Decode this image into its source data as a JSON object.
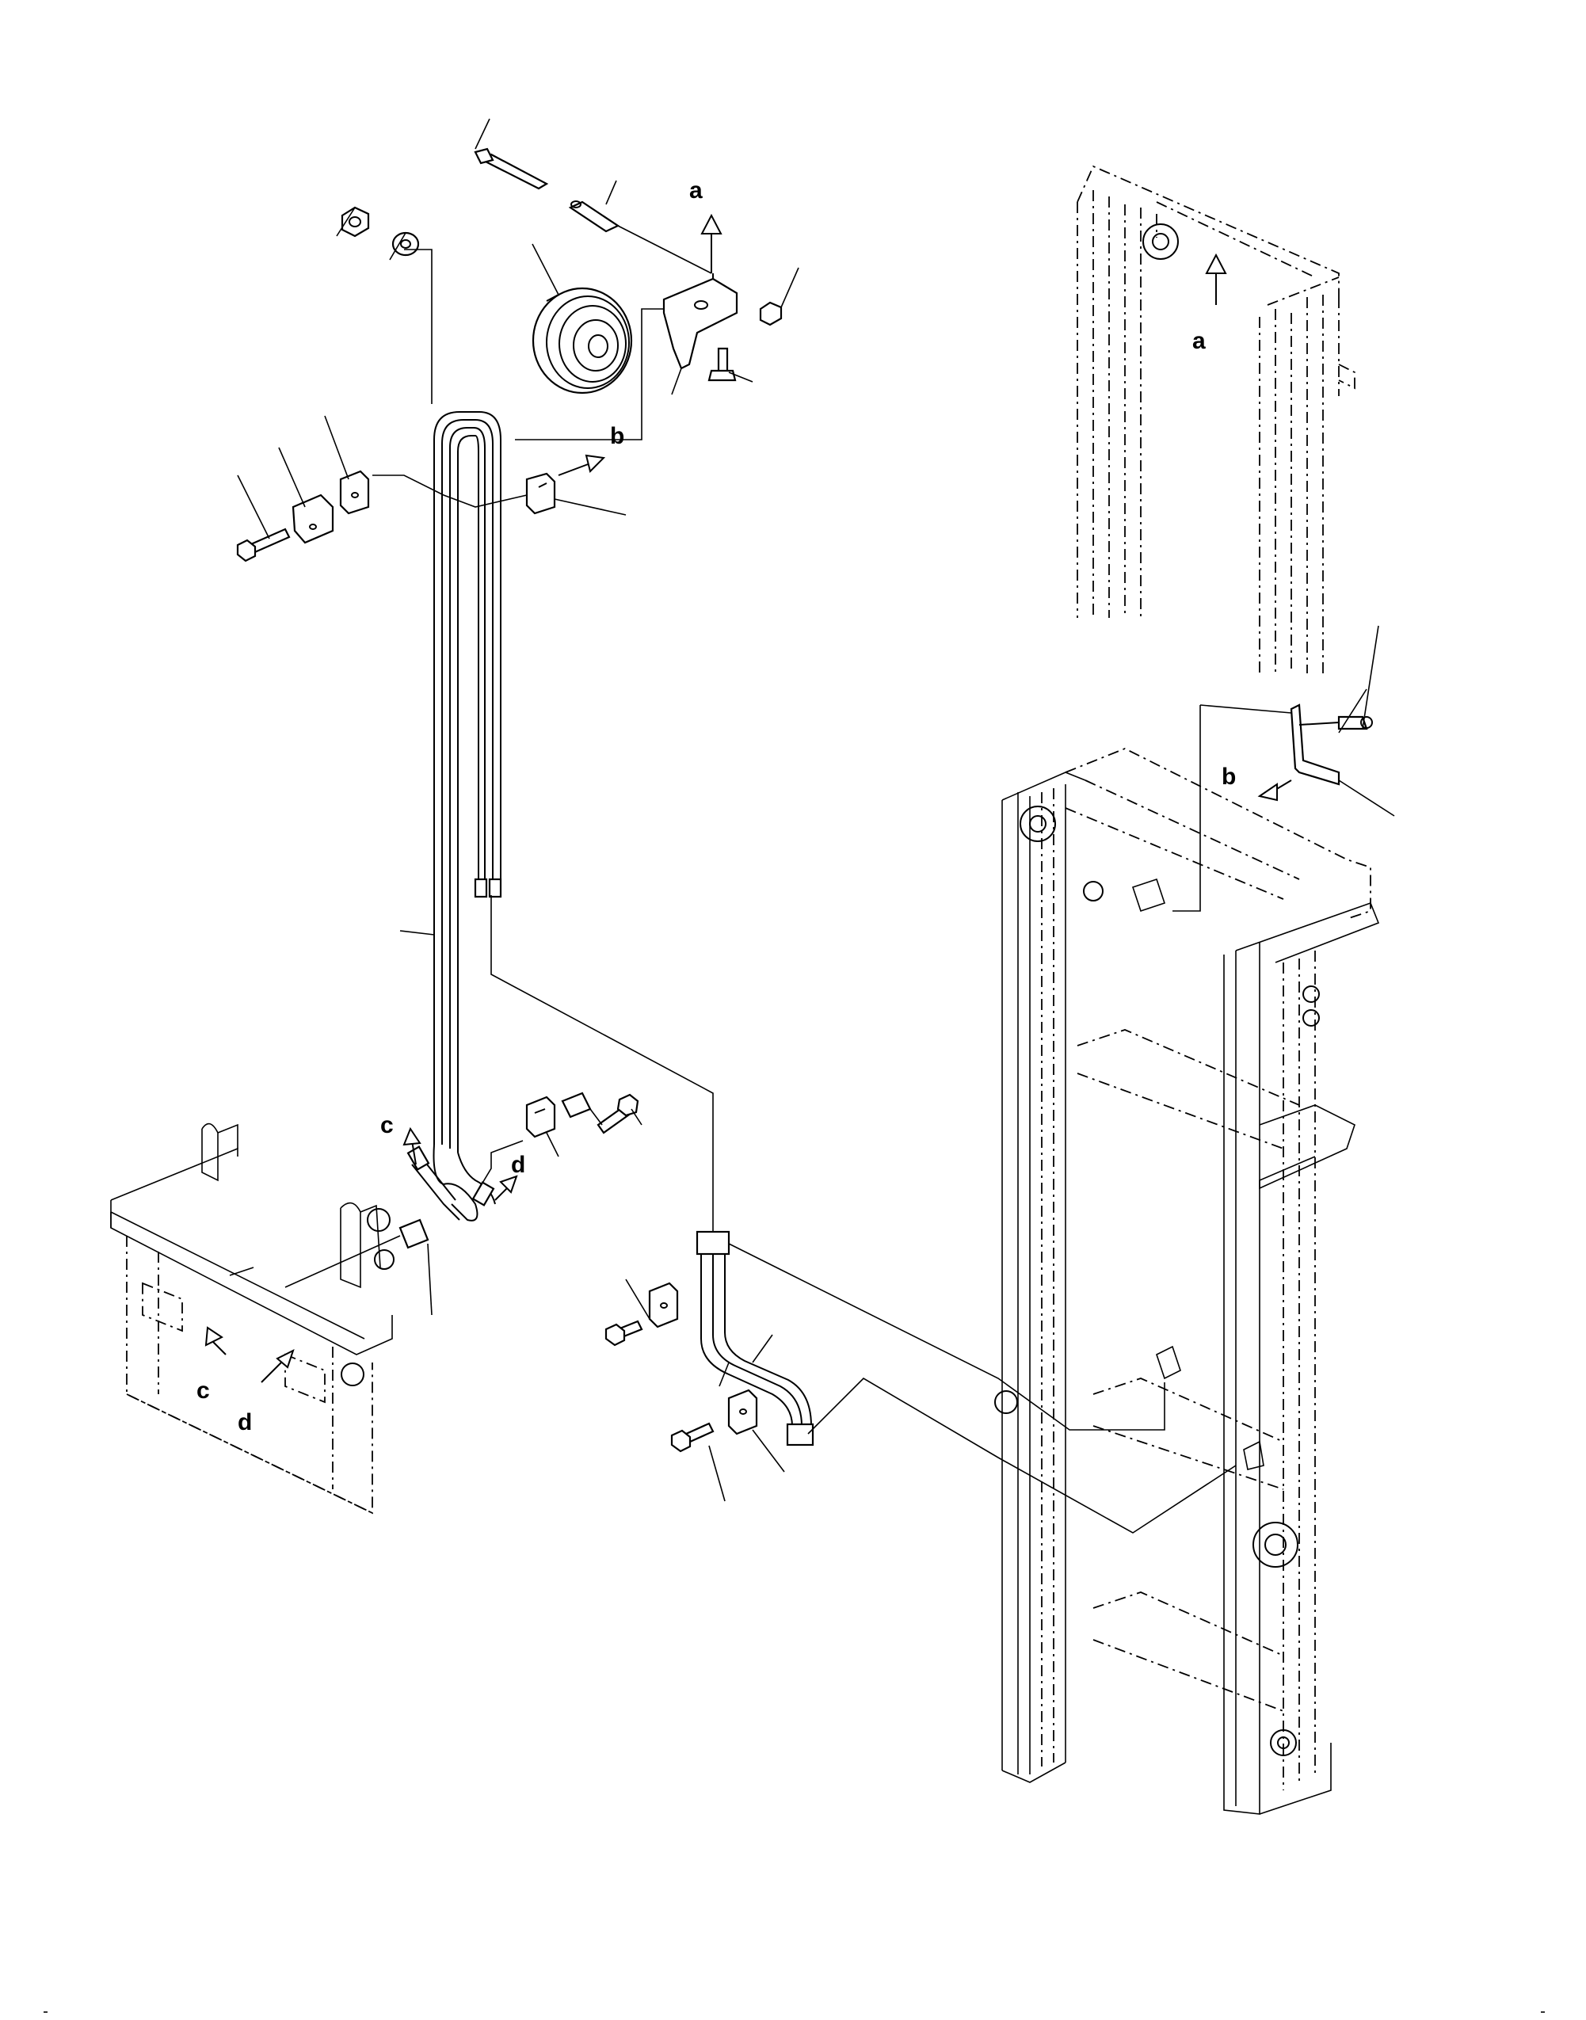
{
  "diagram": {
    "view_labels": {
      "a_top": "a",
      "a_mast": "a",
      "b_clamp": "b",
      "b_mast": "b",
      "c_hose": "c",
      "c_carriage": "c",
      "d_hose": "d",
      "d_carriage": "d"
    }
  }
}
